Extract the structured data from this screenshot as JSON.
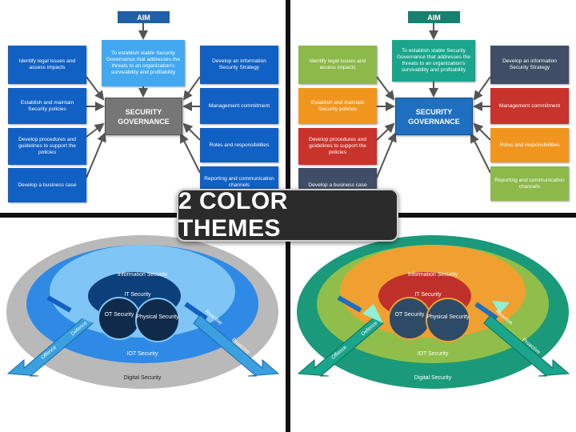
{
  "banner": "2 COLOR THEMES",
  "governance": {
    "aim": "AIM",
    "aim_text": "To establish stable Security Governance that addresses the threats to an organization's survivability and profitability",
    "center": "SECURITY GOVERNANCE",
    "left_items": [
      "Identify legal issues and assess impacts",
      "Establish and maintain Security policies",
      "Develop procedures and guidelines to support the policies",
      "Develop a business case"
    ],
    "right_items": [
      "Develop an information Security Strategy",
      "Management commitment",
      "Roles and responsibilities",
      "Reporting and communication channels"
    ]
  },
  "security_layers": {
    "information": "Information Security",
    "it": "IT  Security",
    "ot": "OT Security",
    "physical": "Physical Security",
    "iot": "IOT Security",
    "digital": "Digital  Security",
    "defence": "Defence",
    "offence": "Offence",
    "reactive": "Reactive",
    "proactive": "Proactive"
  },
  "themes": {
    "blue": {
      "aim": "#1f5fa8",
      "aim_text_bg": "#42a8f0",
      "center": "#767676",
      "left": [
        "#1160c4",
        "#1160c4",
        "#1160c4",
        "#1160c4"
      ],
      "right": [
        "#1160c4",
        "#1160c4",
        "#1160c4",
        "#1160c4"
      ],
      "outer_ring": "#b9b9b9",
      "mid": "#2f8ae6",
      "inner": "#7fc5f5",
      "it": "#0d3f7a",
      "sub": "#0f2a4a",
      "arrow": "#3aa0e0"
    },
    "green": {
      "aim": "#17806e",
      "aim_text_bg": "#1aa58d",
      "center": "#1e6fc0",
      "left": [
        "#8db84a",
        "#f0961e",
        "#c8332b",
        "#3f4e66"
      ],
      "right": [
        "#3f4e66",
        "#c8332b",
        "#f0961e",
        "#8db84a"
      ],
      "outer_ring": "#1a9a7a",
      "mid": "#8fbf4a",
      "inner": "#f0a030",
      "it": "#c0302a",
      "sub": "#2d4a66",
      "arrow": "#1aa58d"
    }
  }
}
